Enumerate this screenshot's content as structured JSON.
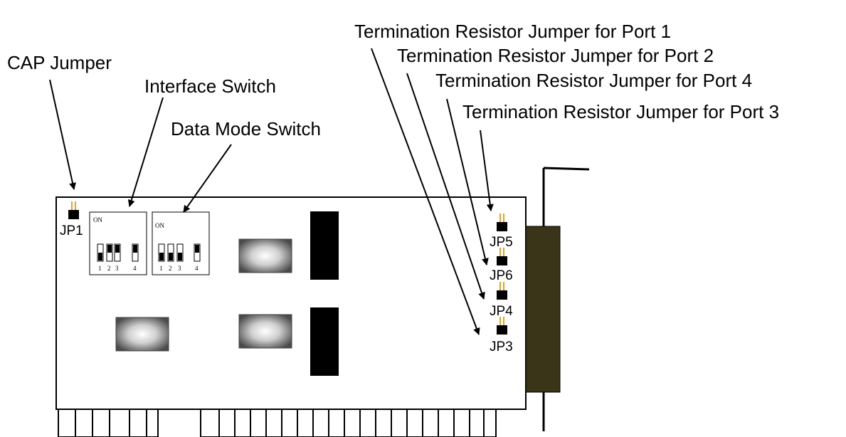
{
  "callouts": {
    "cap_jumper": "CAP Jumper",
    "interface_switch": "Interface Switch",
    "data_mode_switch": "Data Mode Switch",
    "term_port1": "Termination Resistor Jumper for Port 1",
    "term_port2": "Termination Resistor Jumper for Port 2",
    "term_port4": "Termination Resistor Jumper for Port 4",
    "term_port3": "Termination Resistor Jumper for Port 3"
  },
  "jumpers": {
    "jp1": "JP1",
    "jp5": "JP5",
    "jp6": "JP6",
    "jp4": "JP4",
    "jp3": "JP3"
  },
  "dip_switches": {
    "on_label": "ON",
    "positions": [
      "1",
      "2",
      "3",
      "4"
    ]
  },
  "colors": {
    "bracket": "#3a3418",
    "jumper_pin": "#e8a020",
    "chip": "#000000",
    "outline": "#000000"
  }
}
